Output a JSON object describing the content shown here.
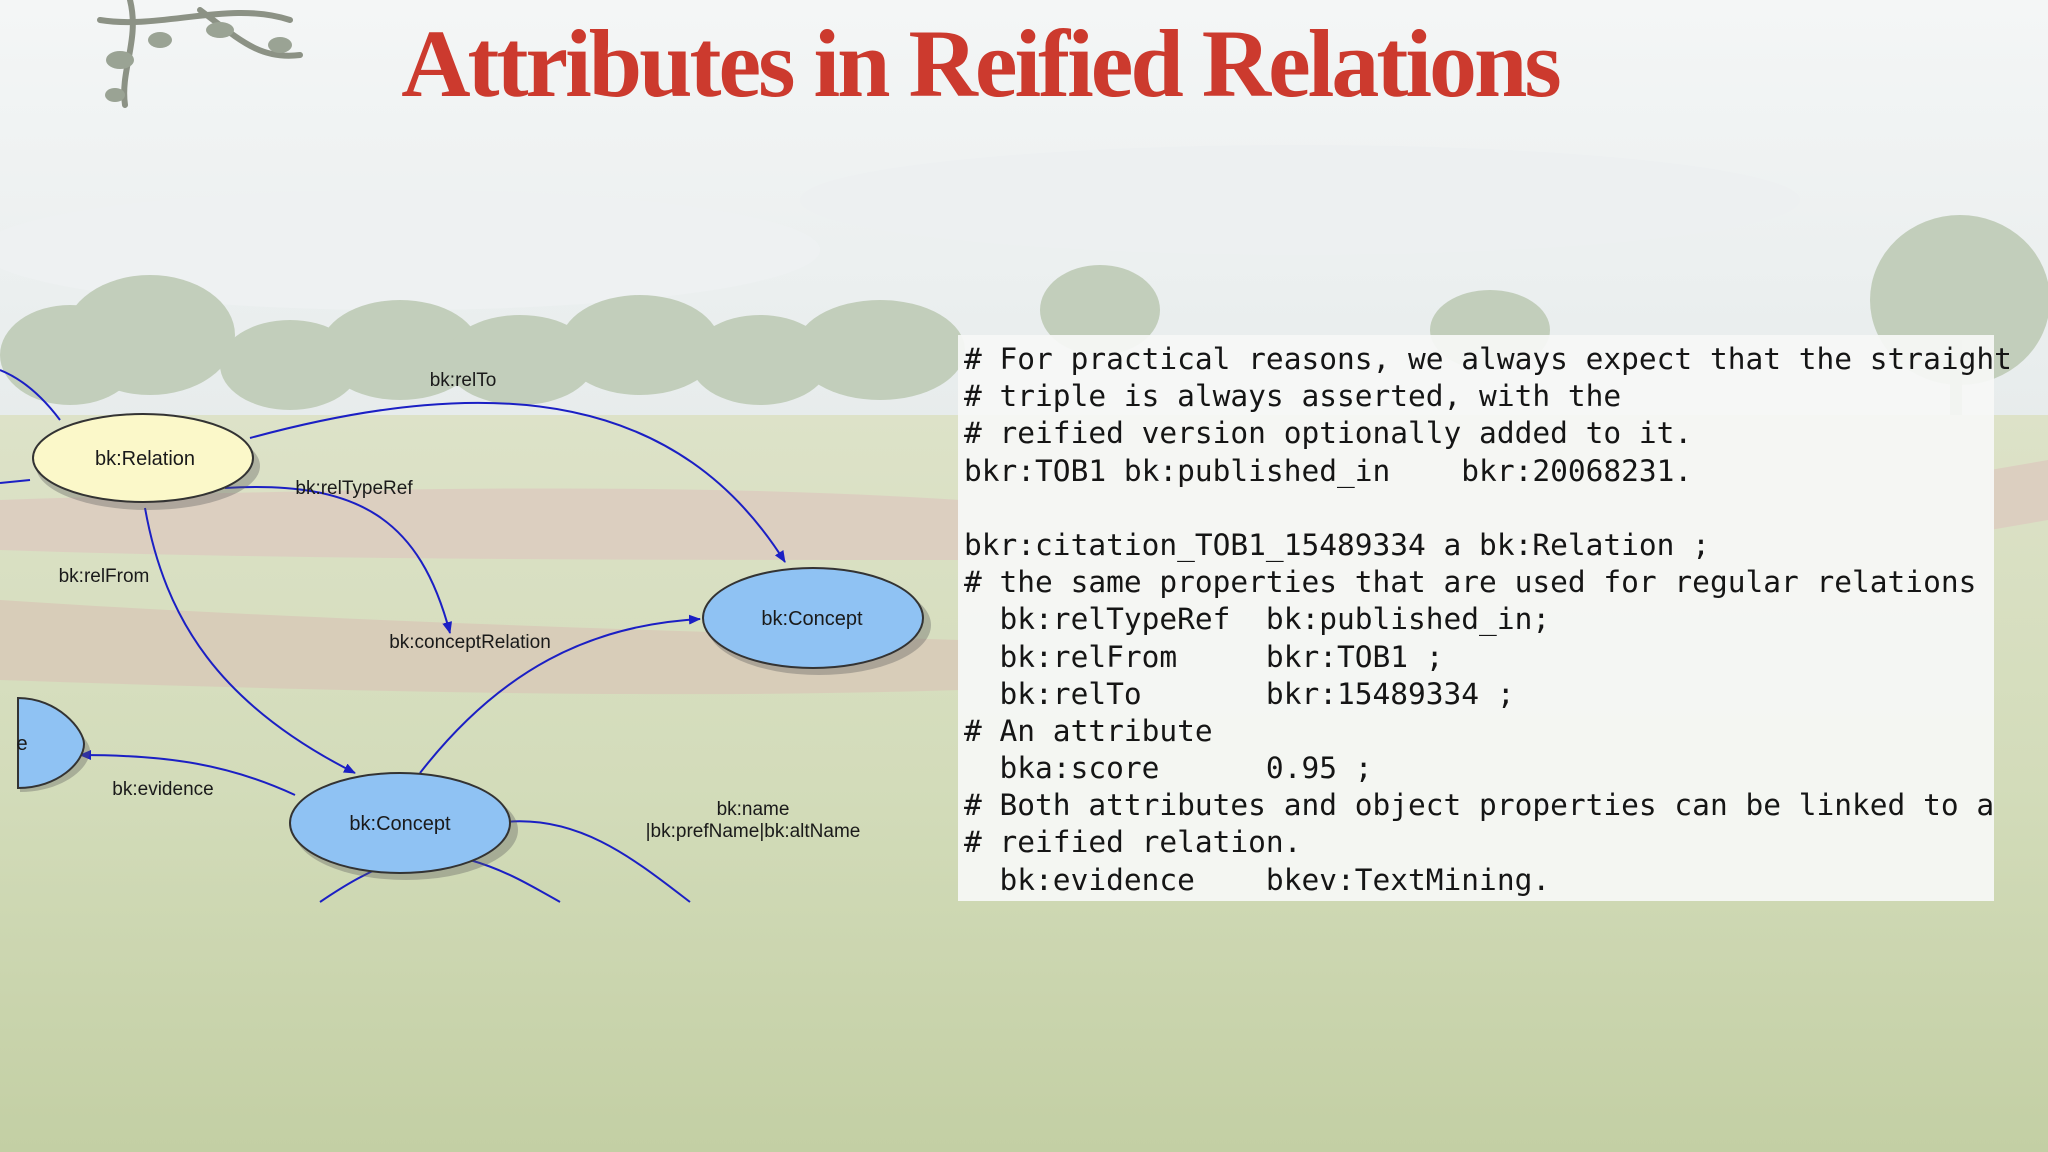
{
  "title": "Attributes in Reified Relations",
  "diagram": {
    "nodes": {
      "relation": "bk:Relation",
      "concept_right": "bk:Concept",
      "concept_bottom": "bk:Concept",
      "partial_left": "e"
    },
    "edges": {
      "rel_to": "bk:relTo",
      "rel_type_ref": "bk:relTypeRef",
      "rel_from": "bk:relFrom",
      "concept_relation": "bk:conceptRelation",
      "evidence": "bk:evidence",
      "name_line1": "bk:name",
      "name_line2": "|bk:prefName|bk:altName"
    },
    "colors": {
      "relation_fill": "#fbf8c9",
      "concept_fill": "#8fc2f3",
      "edge": "#1b1fc4"
    }
  },
  "code_lines": [
    "# For practical reasons, we always expect that the straight",
    "# triple is always asserted, with the",
    "# reified version optionally added to it.",
    "bkr:TOB1 bk:published_in    bkr:20068231.",
    "",
    "bkr:citation_TOB1_15489334 a bk:Relation ;",
    "# the same properties that are used for regular relations",
    "  bk:relTypeRef  bk:published_in;",
    "  bk:relFrom     bkr:TOB1 ;",
    "  bk:relTo       bkr:15489334 ;",
    "# An attribute",
    "  bka:score      0.95 ;",
    "# Both attributes and object properties can be linked to a",
    "# reified relation.",
    "  bk:evidence    bkev:TextMining."
  ],
  "colors": {
    "title": "#cc3a2e"
  }
}
